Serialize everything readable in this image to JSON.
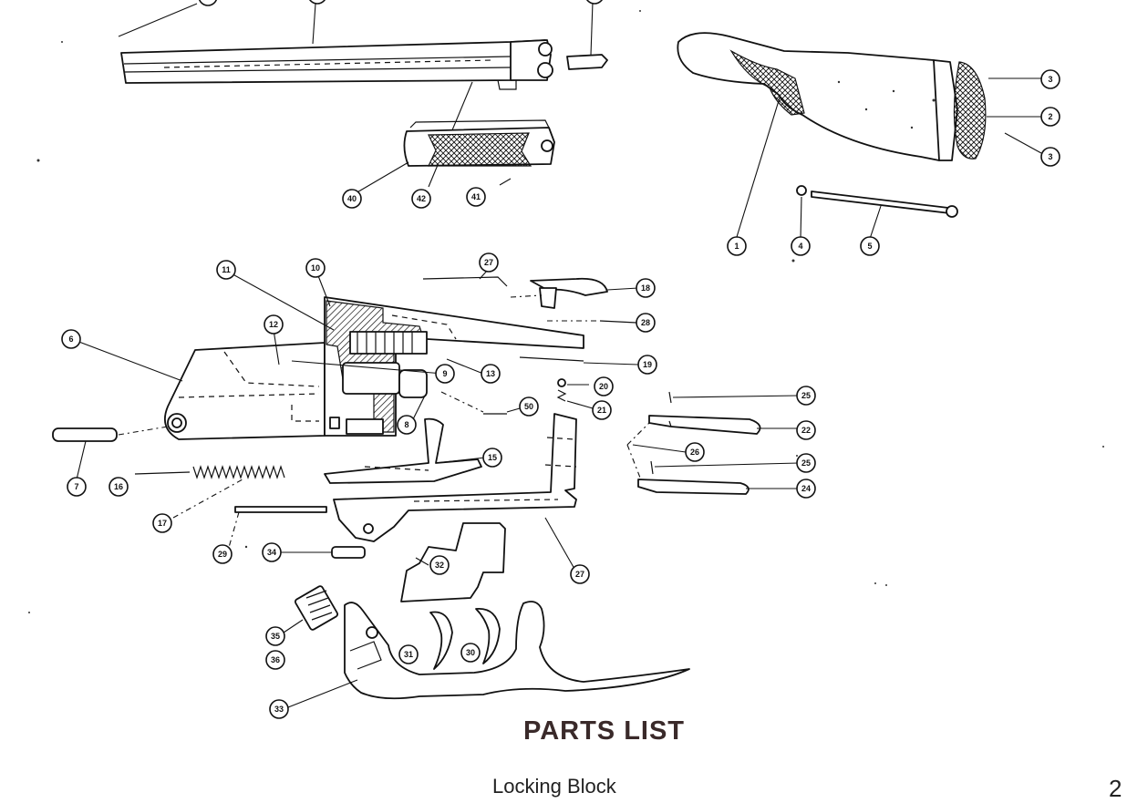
{
  "title": "PARTS LIST",
  "subtitle": "Locking Block",
  "page_number": "2",
  "ink_color": "#111111",
  "title_color": "#3a2a2a",
  "parts": {
    "barrel": "barrel",
    "forend": "forend",
    "forend_iron": "forend iron",
    "stock": "stock",
    "butt_pad": "butt pad",
    "stock_bolt": "stock bolt",
    "receiver": "receiver",
    "hinge_pin": "hinge pin",
    "locking_block": "locking block",
    "top_lever": "top lever",
    "trigger_plate": "trigger plate",
    "trigger_guard": "trigger guard",
    "triggers": "triggers",
    "hammers": "hammers"
  },
  "callouts": [
    {
      "id": "c1",
      "label": "1"
    },
    {
      "id": "c2",
      "label": "2"
    },
    {
      "id": "c3a",
      "label": "3"
    },
    {
      "id": "c3b",
      "label": "3"
    },
    {
      "id": "c4",
      "label": "4"
    },
    {
      "id": "c5",
      "label": "5"
    },
    {
      "id": "c6",
      "label": "6"
    },
    {
      "id": "c7",
      "label": "7"
    },
    {
      "id": "c8",
      "label": "8"
    },
    {
      "id": "c9",
      "label": "9"
    },
    {
      "id": "c10",
      "label": "10"
    },
    {
      "id": "c11",
      "label": "11"
    },
    {
      "id": "c12",
      "label": "12"
    },
    {
      "id": "c13",
      "label": "13"
    },
    {
      "id": "c15",
      "label": "15"
    },
    {
      "id": "c16",
      "label": "16"
    },
    {
      "id": "c17",
      "label": "17"
    },
    {
      "id": "c18",
      "label": "18"
    },
    {
      "id": "c19",
      "label": "19"
    },
    {
      "id": "c20",
      "label": "20"
    },
    {
      "id": "c21",
      "label": "21"
    },
    {
      "id": "c22",
      "label": "22"
    },
    {
      "id": "c24",
      "label": "24"
    },
    {
      "id": "c25a",
      "label": "25"
    },
    {
      "id": "c25b",
      "label": "25"
    },
    {
      "id": "c26",
      "label": "26"
    },
    {
      "id": "c27a",
      "label": "27"
    },
    {
      "id": "c27b",
      "label": "27"
    },
    {
      "id": "c28",
      "label": "28"
    },
    {
      "id": "c29",
      "label": "29"
    },
    {
      "id": "c30",
      "label": "30"
    },
    {
      "id": "c31",
      "label": "31"
    },
    {
      "id": "c32",
      "label": "32"
    },
    {
      "id": "c33",
      "label": "33"
    },
    {
      "id": "c34",
      "label": "34"
    },
    {
      "id": "c35",
      "label": "35"
    },
    {
      "id": "c36",
      "label": "36"
    },
    {
      "id": "c40",
      "label": "40"
    },
    {
      "id": "c41",
      "label": "41"
    },
    {
      "id": "c42",
      "label": "42"
    },
    {
      "id": "c50",
      "label": "50"
    }
  ]
}
